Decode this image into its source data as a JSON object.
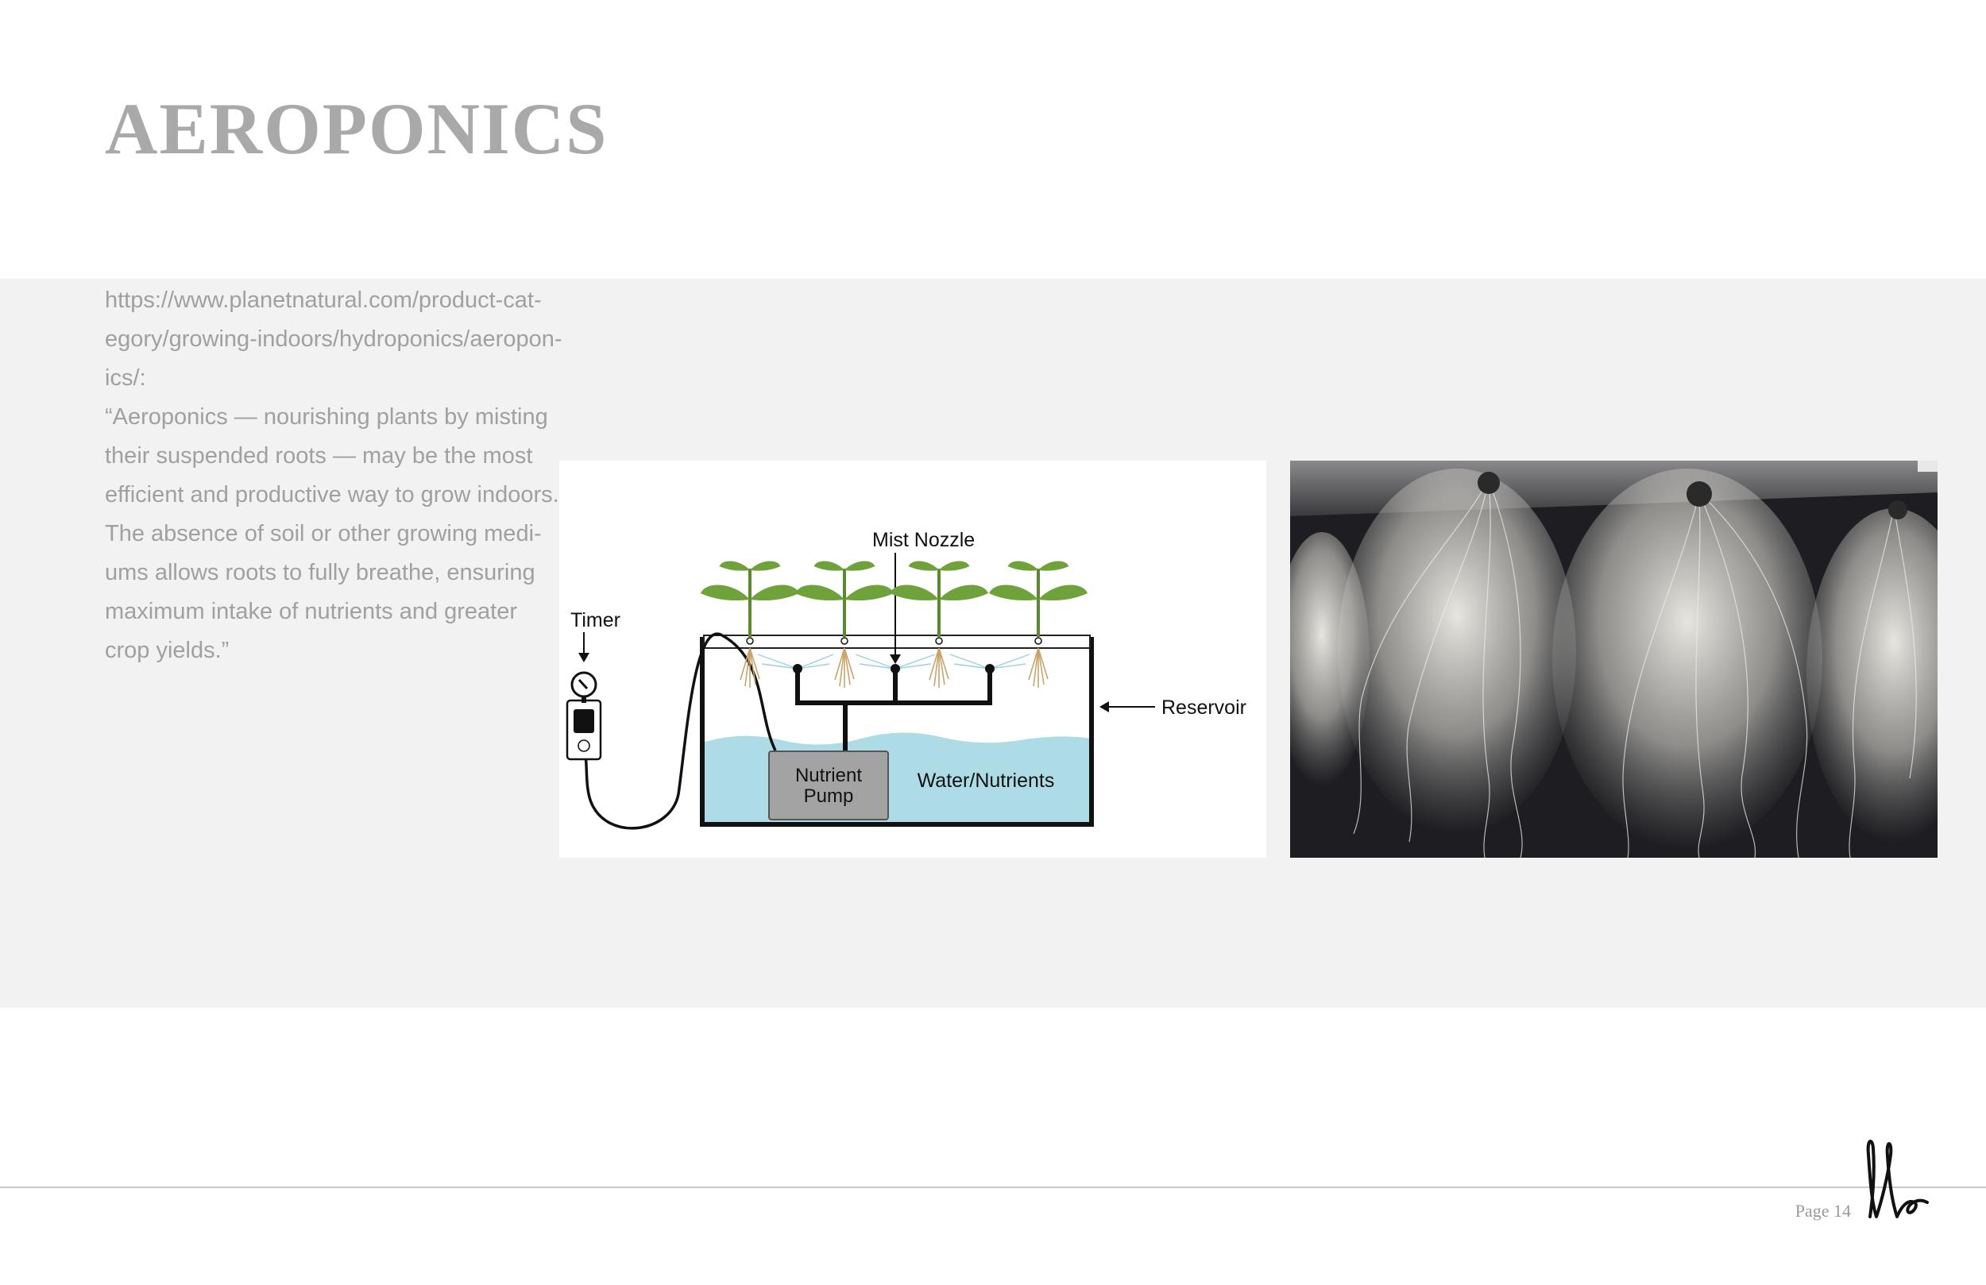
{
  "page": {
    "title": "AEROPONICS",
    "source_lines": [
      "https://www.planetnatural.com/product-cat-",
      "egory/growing-indoors/hydroponics/aeropon-",
      "ics/:"
    ],
    "quote_lines": [
      "“Aeroponics — nourishing plants by misting",
      "their suspended roots — may be the most",
      "efficient and productive way to grow indoors.",
      "The absence of soil or other growing medi-",
      "ums allows roots to fully breathe, ensuring",
      "maximum intake of nutrients and greater",
      "crop yields.”"
    ],
    "page_number": "Page 14"
  },
  "diagram": {
    "labels": {
      "mist_nozzle": "Mist Nozzle",
      "timer": "Timer",
      "reservoir": "Reservoir",
      "pump_line1": "Nutrient",
      "pump_line2": "Pump",
      "water": "Water/Nutrients"
    },
    "colors": {
      "water": "#aedce6",
      "leaf": "#6fa23a",
      "pump": "#a3a3a3",
      "roots": "#c9a46a"
    }
  },
  "photo": {
    "subject": "hanging white plant roots"
  },
  "icons": [
    "timer-icon",
    "signature-logo"
  ]
}
